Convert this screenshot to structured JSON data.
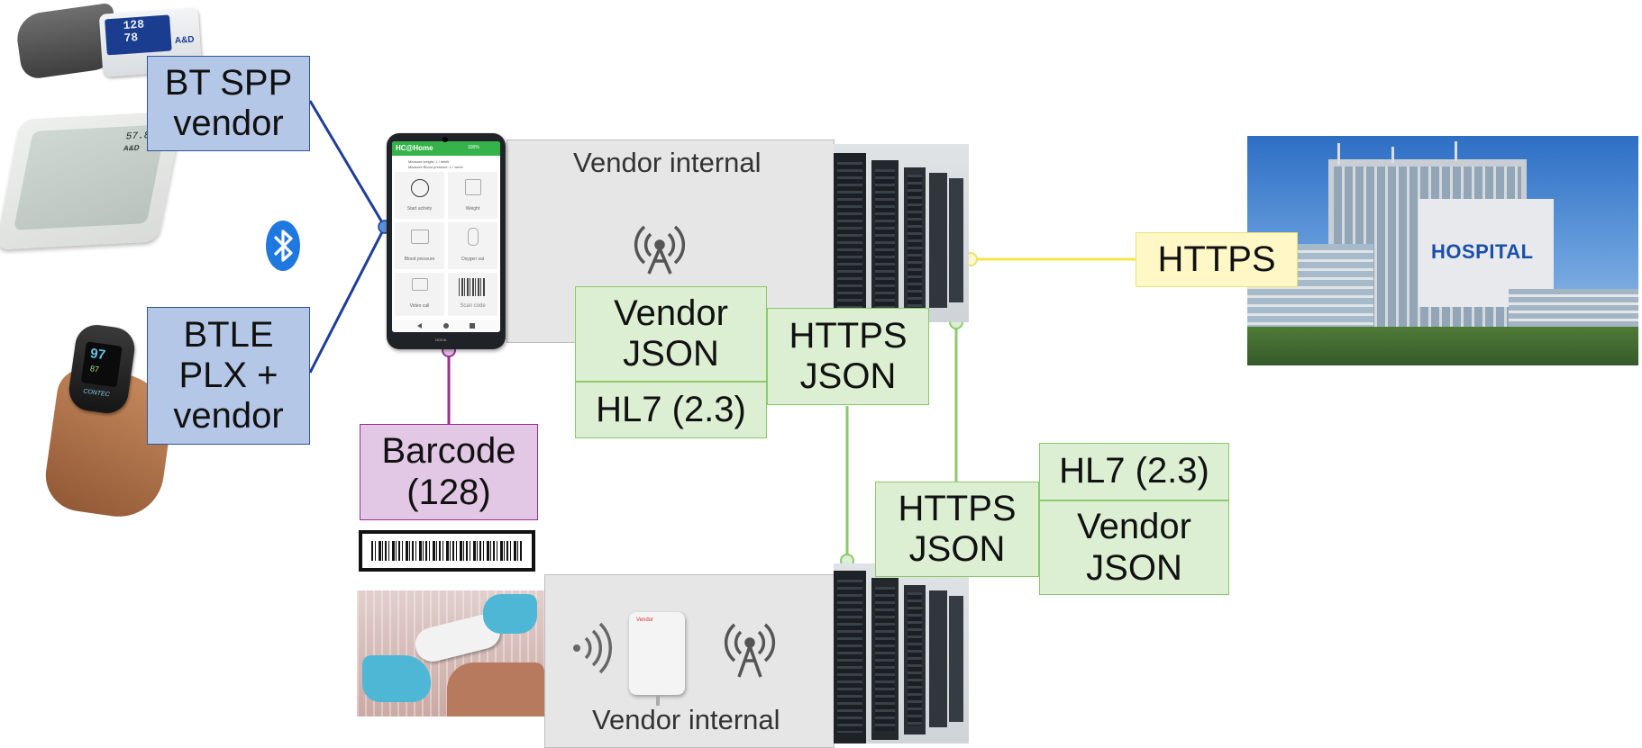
{
  "labels": {
    "bt_spp": "BT SPP\nvendor",
    "btle": "BTLE\nPLX +\nvendor",
    "barcode": "Barcode\n(128)",
    "vendor_internal_top": "Vendor internal",
    "vendor_internal_bottom": "Vendor internal",
    "vendor_json_top": "Vendor\nJSON",
    "hl7_top": "HL7 (2.3)",
    "https_json_top": "HTTPS\nJSON",
    "https_json_bottom": "HTTPS\nJSON",
    "hl7_bottom": "HL7 (2.3)",
    "vendor_json_bottom": "Vendor\nJSON",
    "https": "HTTPS",
    "hospital_sign": "HOSPITAL"
  },
  "phone": {
    "app_title": "HC@Home",
    "battery": "100%",
    "message_1": "Measure weight: 1 / week",
    "message_2": "Measure Blood pressure: 1 / week",
    "tiles": [
      "Start activity",
      "Weight",
      "Blood pressure",
      "Oxygen sat",
      "Video call",
      "Scan code"
    ],
    "brand": "NOKIA"
  },
  "devices": {
    "bp_monitor_display": "128\n78",
    "bp_brand": "A&D",
    "scale_display": "57.8",
    "scale_brand": "A&D",
    "oximeter_spo2": "97",
    "oximeter_pulse": "87",
    "oximeter_brand": "CONTEC",
    "patch_brand": "Vendor"
  },
  "colors": {
    "bluetooth_link": "#1f3d99",
    "barcode_link": "#9a2f8f",
    "https_link": "#f2e84a",
    "server_link": "#8bc96b"
  }
}
